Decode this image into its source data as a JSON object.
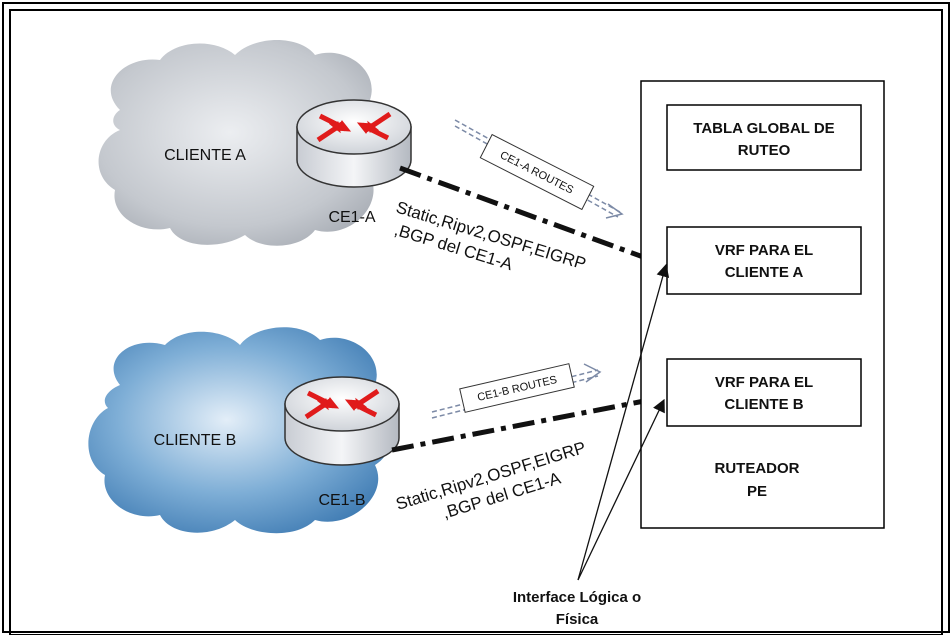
{
  "clouds": {
    "client_a": {
      "label": "CLIENTE A"
    },
    "client_b": {
      "label": "CLIENTE B"
    }
  },
  "routers": {
    "ce_a": {
      "label": "CE1-A"
    },
    "ce_b": {
      "label": "CE1-B"
    }
  },
  "routes": {
    "a": {
      "tag": "CE1-A ROUTES",
      "protocols_line1": "Static,Ripv2,OSPF,EIGRP",
      "protocols_line2": ",BGP del CE1-A"
    },
    "b": {
      "tag": "CE1-B ROUTES",
      "protocols_line1": "Static,Ripv2,OSPF,EIGRP",
      "protocols_line2": ",BGP del CE1-A"
    }
  },
  "pe": {
    "global_table": {
      "line1": "TABLA GLOBAL DE",
      "line2": "RUTEO"
    },
    "vrf_a": {
      "line1": "VRF PARA EL",
      "line2": "CLIENTE A"
    },
    "vrf_b": {
      "line1": "VRF PARA EL",
      "line2": "CLIENTE B"
    },
    "router": {
      "line1": "RUTEADOR",
      "line2": "PE"
    }
  },
  "interface_note": {
    "line1": "Interface Lógica o",
    "line2": "Física"
  },
  "colors": {
    "cloud_a": "#b8bcc4",
    "cloud_b": "#3d7fbb",
    "router_arrow": "#e01b1b"
  }
}
